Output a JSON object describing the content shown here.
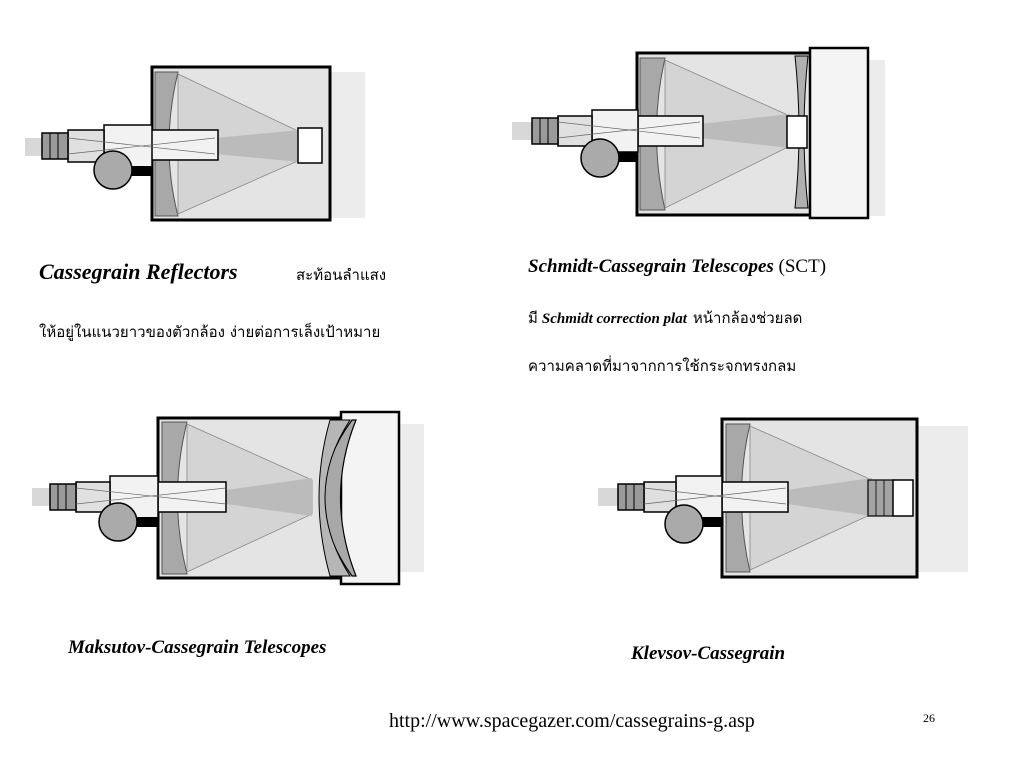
{
  "captions": {
    "cassegrain_title": "Cassegrain Reflectors",
    "cassegrain_th_line1": "สะท้อนลำแสง",
    "cassegrain_th_line2": "ให้อยู่ในแนวยาวของตัวกล้อง  ง่ายต่อการเล็งเป้าหมาย",
    "sct_title": "Schmidt-Cassegrain Telescopes",
    "sct_abbr": "(SCT)",
    "sct_mi": "มี",
    "sct_plate": "Schmidt  correction plat",
    "sct_th_line2": "หน้ากล้องช่วยลด",
    "sct_th_line3": "ความคลาดที่มาจากการใช้กระจกทรงกลม",
    "maksutov_title": "Maksutov-Cassegrain Telescopes",
    "klevsov_title": "Klevsov-Cassegrain"
  },
  "footer": {
    "url": "http://www.spacegazer.com/cassegrains-g.asp",
    "page_number": "26"
  },
  "colors": {
    "tube_fill": "#e6e6e6",
    "outline": "#000000",
    "light_path": "#c8c8c8",
    "focuser_knob": "#aaaaaa"
  }
}
